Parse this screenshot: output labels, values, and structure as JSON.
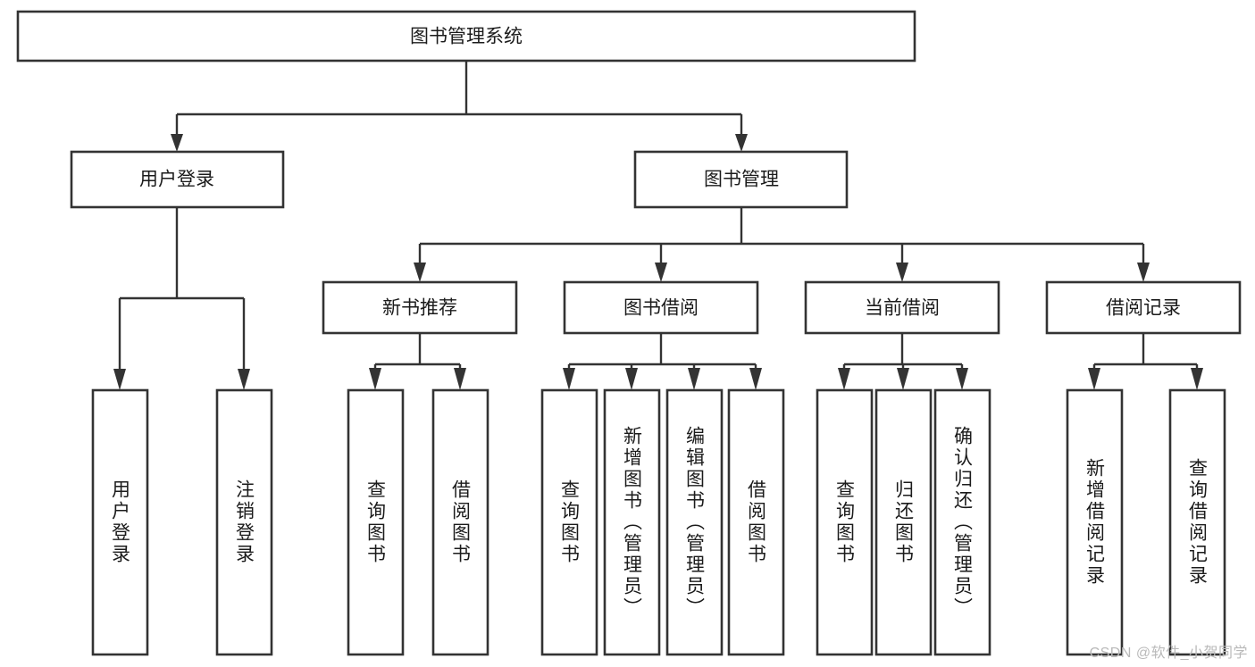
{
  "diagram": {
    "title": "图书管理系统",
    "type": "tree-hierarchy-chart",
    "root": {
      "id": "root",
      "label": "图书管理系统"
    },
    "level1": [
      {
        "id": "user-login",
        "label": "用户登录"
      },
      {
        "id": "book-management",
        "label": "图书管理"
      }
    ],
    "level2": [
      {
        "id": "new-book-recommend",
        "label": "新书推荐",
        "parent": "book-management"
      },
      {
        "id": "book-borrow",
        "label": "图书借阅",
        "parent": "book-management"
      },
      {
        "id": "current-borrow",
        "label": "当前借阅",
        "parent": "book-management"
      },
      {
        "id": "borrow-record",
        "label": "借阅记录",
        "parent": "book-management"
      }
    ],
    "leaves": {
      "user_login": [
        {
          "id": "leaf-user-login",
          "label": "用户登录"
        },
        {
          "id": "leaf-logout-login",
          "label": "注销登录"
        }
      ],
      "new_book_recommend": [
        {
          "id": "leaf-query-book-1",
          "label": "查询图书"
        },
        {
          "id": "leaf-borrow-book-1",
          "label": "借阅图书"
        }
      ],
      "book_borrow": [
        {
          "id": "leaf-query-book-2",
          "label": "查询图书"
        },
        {
          "id": "leaf-add-book-admin",
          "label": "新增图书（管理员）"
        },
        {
          "id": "leaf-edit-book-admin",
          "label": "编辑图书（管理员）"
        },
        {
          "id": "leaf-borrow-book-2",
          "label": "借阅图书"
        }
      ],
      "current_borrow": [
        {
          "id": "leaf-query-book-3",
          "label": "查询图书"
        },
        {
          "id": "leaf-return-book",
          "label": "归还图书"
        },
        {
          "id": "leaf-confirm-return-admin",
          "label": "确认归还（管理员）"
        }
      ],
      "borrow_record": [
        {
          "id": "leaf-add-borrow-record",
          "label": "新增借阅记录"
        },
        {
          "id": "leaf-query-borrow-record",
          "label": "查询借阅记录"
        }
      ]
    }
  },
  "watermark": {
    "text": "CSDN @软件_小贺同学"
  },
  "colors": {
    "box_stroke": "#333333",
    "box_fill": "#ffffff",
    "text": "#1b1b1b",
    "connector": "#333333",
    "watermark": "#b9b9b9",
    "background": "#ffffff"
  }
}
